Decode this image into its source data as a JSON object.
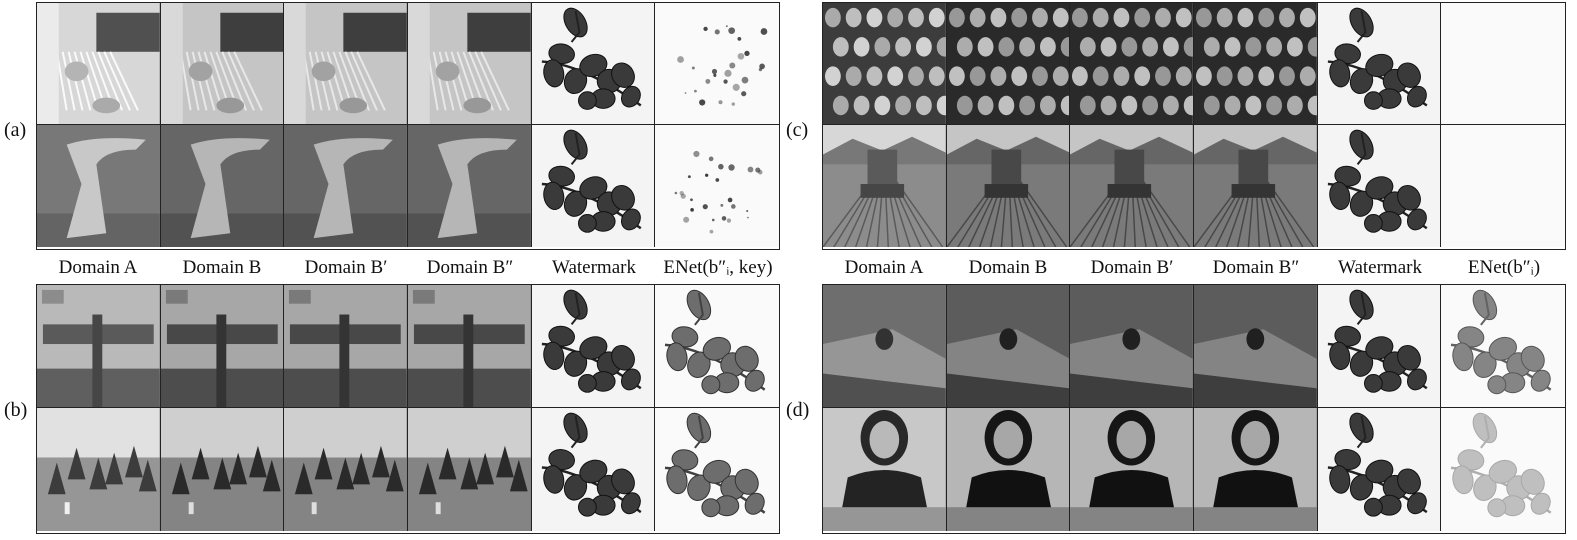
{
  "panels": {
    "a": "(a)",
    "b": "(b)",
    "c": "(c)",
    "d": "(d)"
  },
  "captions_left": {
    "domain_a": "Domain A",
    "domain_b": "Domain B",
    "domain_b1": "Domain B′",
    "domain_b2": "Domain B″",
    "watermark": "Watermark",
    "enet_key": "ENet(b″ᵢ, key)"
  },
  "captions_right": {
    "domain_a": "Domain A",
    "domain_b": "Domain B",
    "domain_b1": "Domain B′",
    "domain_b2": "Domain B″",
    "watermark": "Watermark",
    "enet": "ENet(b″ᵢ)"
  }
}
